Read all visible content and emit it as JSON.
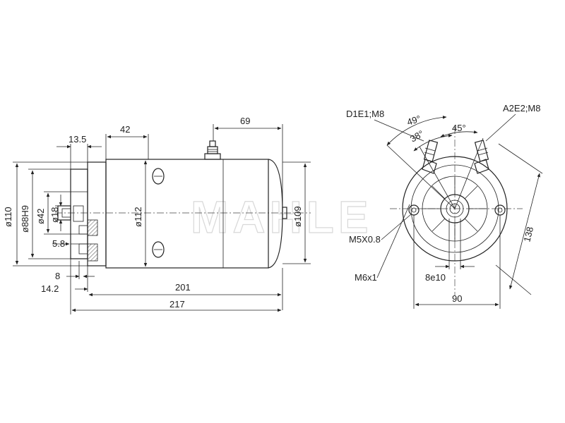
{
  "watermark": "MAHLE",
  "side_view": {
    "dims": {
      "d13_5": "13.5",
      "d42": "42",
      "d69": "69",
      "d110": "ø110",
      "d88h9": "ø88H9",
      "d42b": "ø42",
      "d18": "ø18",
      "d112": "ø112",
      "d109": "ø109",
      "d5_8": "5.8",
      "d8": "8",
      "d14_2": "14.2",
      "d201": "201",
      "d217": "217"
    }
  },
  "end_view": {
    "labels": {
      "d1e1": "D1E1;M8",
      "a2e2": "A2E2;M8",
      "a49": "49°",
      "a38": "38°",
      "a45": "45°",
      "m5": "M5X0.8",
      "m6": "M6x1",
      "e10": "8e10",
      "d90": "90",
      "d138": "138"
    }
  }
}
